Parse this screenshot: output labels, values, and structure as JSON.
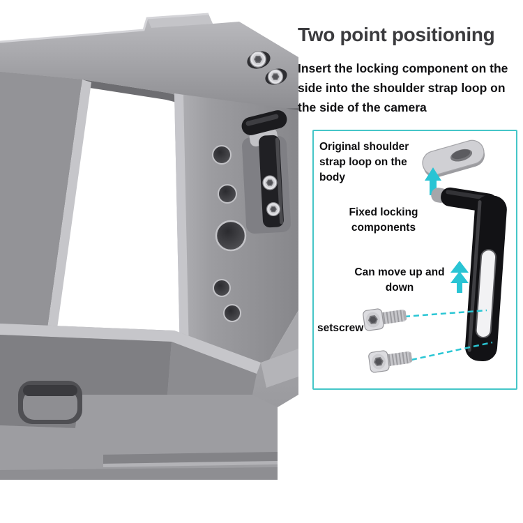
{
  "title": "Two point positioning",
  "description": "Insert the locking component on the side into the shoulder strap loop on the side of the camera",
  "info_box": {
    "labels": {
      "strap_loop": "Original shoulder strap loop on the body",
      "fixed_locking": "Fixed locking components",
      "can_move": "Can move up and down",
      "setscrew": "setscrew"
    },
    "icons": {
      "move_hint": "up-arrow",
      "move_range": "double-up-arrow"
    }
  },
  "colors": {
    "accent_cyan": "#29c4d4",
    "box_border": "#45c6c8",
    "title_text": "#3b3b3e",
    "body_text": "#121214",
    "cage_gray": "#97979b",
    "component_black": "#17171a"
  },
  "illustration": {
    "main": "camera-cage-3d-render",
    "parts": [
      "shoulder-strap-loop",
      "fixed-locking-bracket",
      "setscrews"
    ]
  }
}
